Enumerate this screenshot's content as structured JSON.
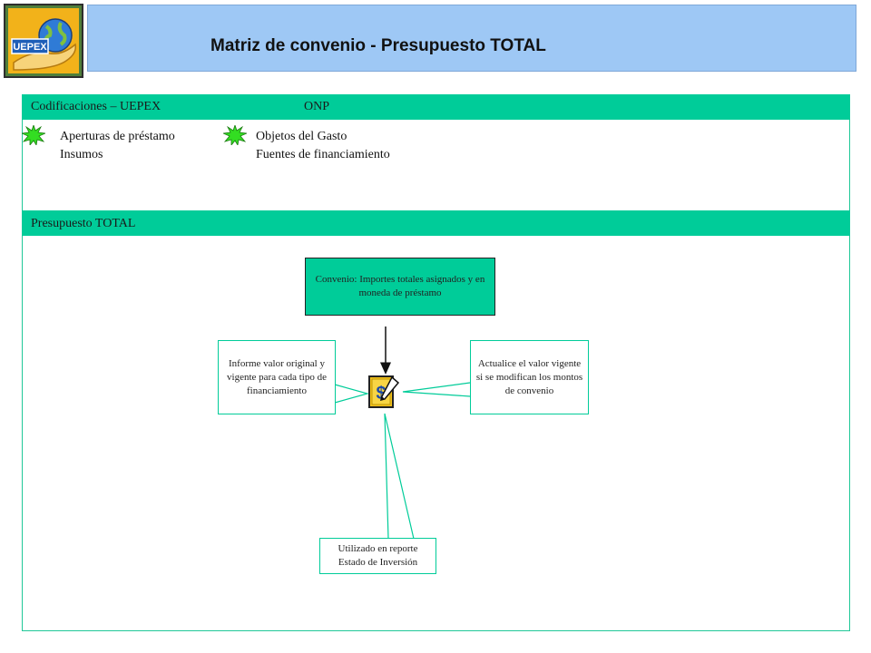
{
  "logo": {
    "text": "UEPEX"
  },
  "title": "Matriz de convenio - Presupuesto TOTAL",
  "section1": {
    "left_header": "Codificaciones – UEPEX",
    "right_header": "ONP",
    "left_items": [
      "Aperturas de préstamo",
      "Insumos"
    ],
    "right_items": [
      "Objetos del Gasto",
      "Fuentes de financiamiento"
    ]
  },
  "section2": {
    "header": "Presupuesto TOTAL"
  },
  "diagram": {
    "top_node": "Convenio: Importes totales asignados y en moneda de préstamo",
    "left_node": "Informe valor original y vigente para cada tipo de financiamiento",
    "right_node": "Actualice el valor vigente si se modifican los montos de convenio",
    "bottom_node": "Utilizado en reporte Estado de Inversión",
    "center_icon": "money-document-icon"
  },
  "colors": {
    "title_bg": "#9ec8f5",
    "band": "#00cc99",
    "star": "#33dd22",
    "logo_bg": "#f2b21a"
  }
}
